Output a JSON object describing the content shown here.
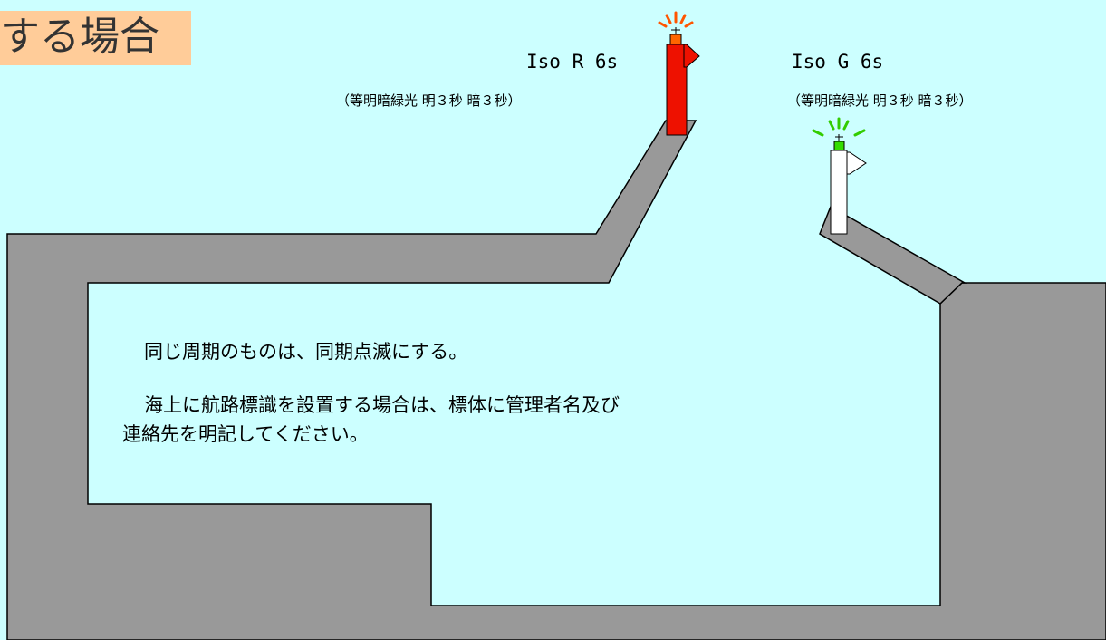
{
  "title": "する場合",
  "red_mark": {
    "label": "Iso R 6s",
    "description": "（等明暗緑光 明３秒 暗３秒）",
    "color": "#ee1100",
    "ray_color": "#ff6600"
  },
  "green_mark": {
    "label": "Iso G 6s",
    "description": "（等明暗緑光 明３秒 暗３秒）",
    "color": "#ffffff",
    "lamp_color": "#33dd00",
    "ray_color": "#33cc00"
  },
  "notes": {
    "line1": "同じ周期のものは、同期点滅にする。",
    "line2": "海上に航路標識を設置する場合は、標体に管理者名及び",
    "line3": "連絡先を明記してください。"
  },
  "colors": {
    "water": "#ccffff",
    "pier": "#999999",
    "title_bg": "#ffcc99"
  }
}
